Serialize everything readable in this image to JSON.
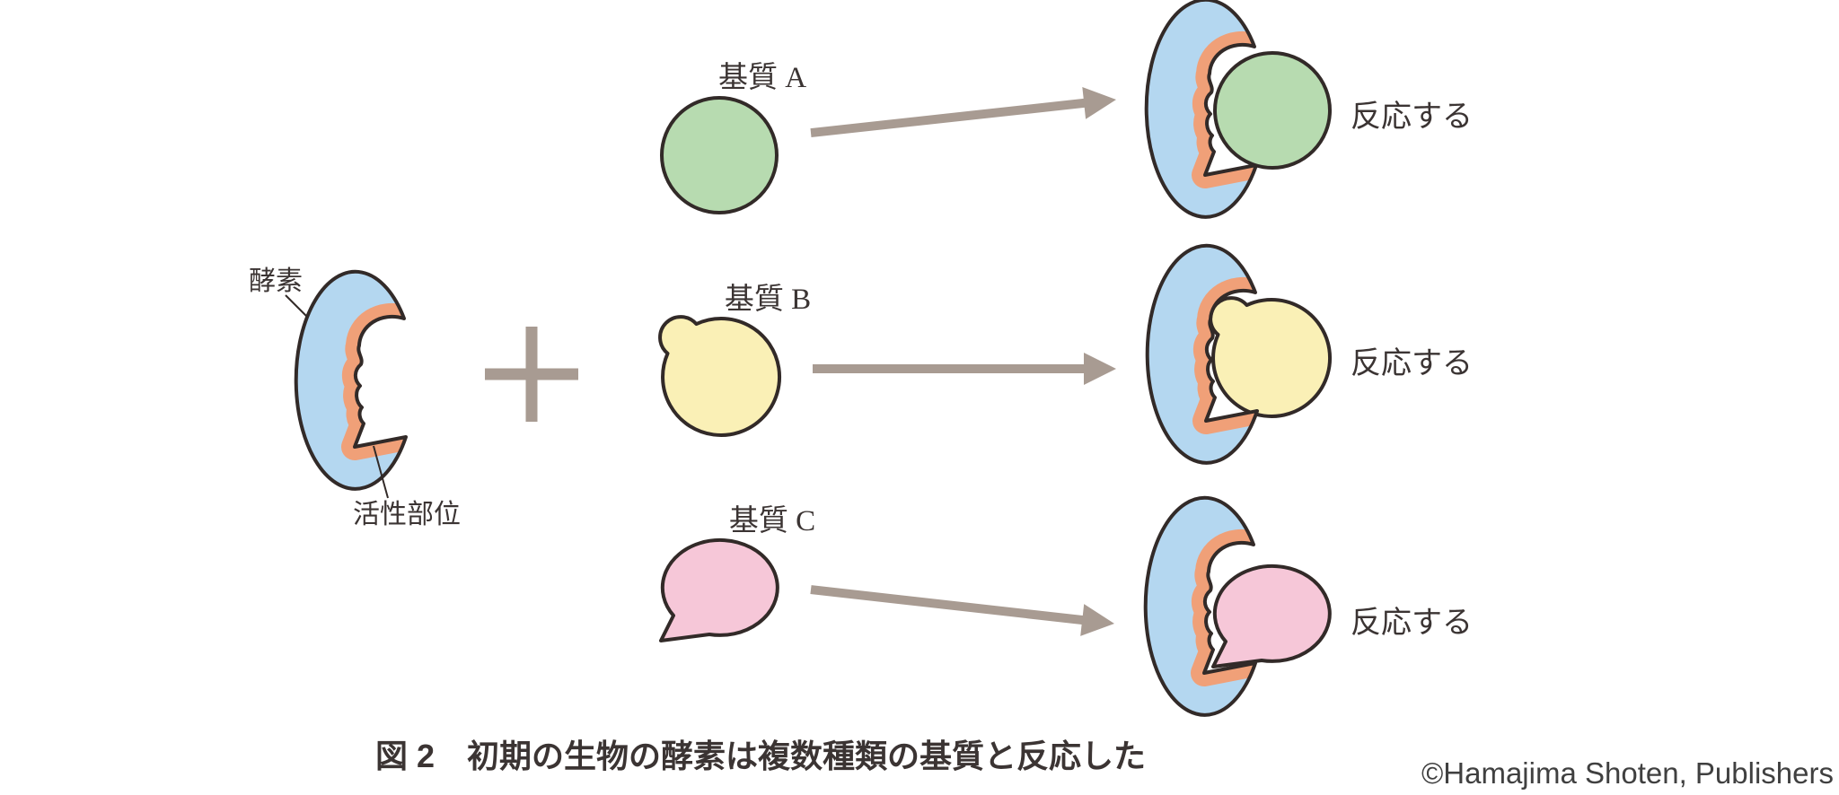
{
  "figure": {
    "caption": "図 2　初期の生物の酵素は複数種類の基質と反応した",
    "copyright": "©Hamajima Shoten, Publishers"
  },
  "enzyme": {
    "label": "酵素",
    "active_site_label": "活性部位"
  },
  "substrates": [
    {
      "id": "A",
      "label": "基質 A"
    },
    {
      "id": "B",
      "label": "基質 B"
    },
    {
      "id": "C",
      "label": "基質 C"
    }
  ],
  "reactions": [
    {
      "label": "反応する"
    },
    {
      "label": "反応する"
    },
    {
      "label": "反応する"
    }
  ],
  "icons": {
    "plus": "+",
    "arrow": "→"
  },
  "colors": {
    "enzyme_body": "#b4d7f0",
    "active_site": "#f0a078",
    "substrate_a": "#b7dbb0",
    "substrate_b": "#faf0b6",
    "substrate_c": "#f6c7d8",
    "outline": "#322a28",
    "arrow": "#a89b92",
    "text": "#3b3433",
    "copyright_text": "#404040"
  }
}
